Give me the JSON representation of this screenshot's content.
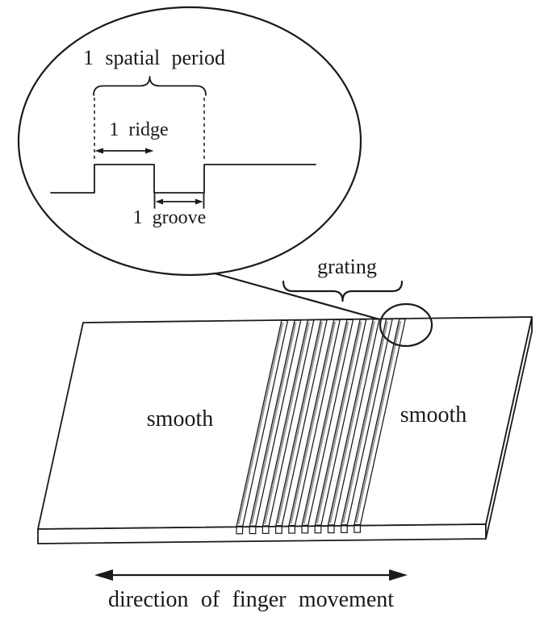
{
  "colors": {
    "line": "#1a1a1a",
    "shade": "#9b9b9b",
    "bg": "#ffffff"
  },
  "inset": {
    "spatial_period_label": "1 spatial period",
    "ridge_label": "1 ridge",
    "groove_label": "1 groove"
  },
  "plate": {
    "grating_label": "grating",
    "smooth_left_label": "smooth",
    "smooth_right_label": "smooth",
    "ridge_count": 10
  },
  "footer": {
    "direction_label": "direction of finger movement"
  }
}
